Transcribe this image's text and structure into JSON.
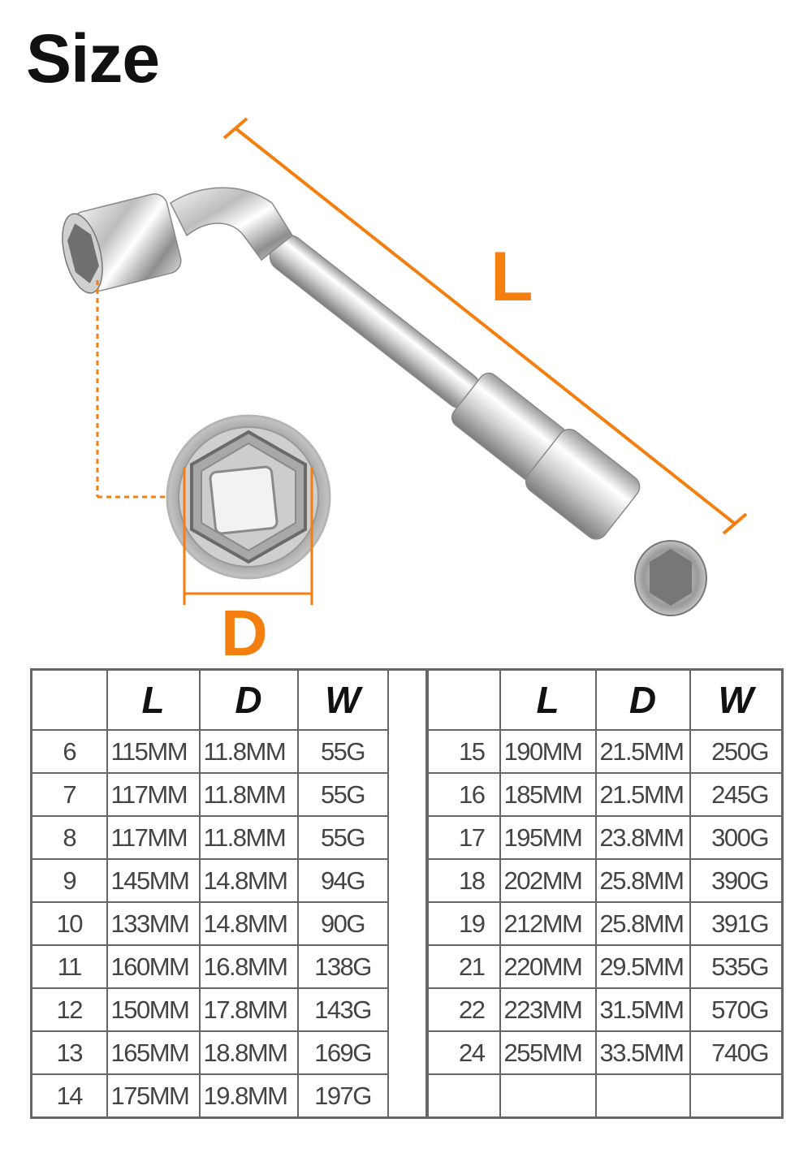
{
  "title": "Size",
  "dimensions": {
    "length_label": "L",
    "diameter_label": "D"
  },
  "icons": [
    "l-type-socket-wrench-icon",
    "socket-end-view-icon"
  ],
  "colors": {
    "accent": "#f47e0e",
    "table_border": "#666666",
    "text": "#444444"
  },
  "table": {
    "headers": [
      "",
      "L",
      "D",
      "W"
    ],
    "left_rows": [
      [
        "6",
        "115MM",
        "11.8MM",
        "55G"
      ],
      [
        "7",
        "117MM",
        "11.8MM",
        "55G"
      ],
      [
        "8",
        "117MM",
        "11.8MM",
        "55G"
      ],
      [
        "9",
        "145MM",
        "14.8MM",
        "94G"
      ],
      [
        "10",
        "133MM",
        "14.8MM",
        "90G"
      ],
      [
        "11",
        "160MM",
        "16.8MM",
        "138G"
      ],
      [
        "12",
        "150MM",
        "17.8MM",
        "143G"
      ],
      [
        "13",
        "165MM",
        "18.8MM",
        "169G"
      ],
      [
        "14",
        "175MM",
        "19.8MM",
        "197G"
      ]
    ],
    "right_rows": [
      [
        "15",
        "190MM",
        "21.5MM",
        "250G"
      ],
      [
        "16",
        "185MM",
        "21.5MM",
        "245G"
      ],
      [
        "17",
        "195MM",
        "23.8MM",
        "300G"
      ],
      [
        "18",
        "202MM",
        "25.8MM",
        "390G"
      ],
      [
        "19",
        "212MM",
        "25.8MM",
        "391G"
      ],
      [
        "21",
        "220MM",
        "29.5MM",
        "535G"
      ],
      [
        "22",
        "223MM",
        "31.5MM",
        "570G"
      ],
      [
        "24",
        "255MM",
        "33.5MM",
        "740G"
      ],
      [
        "",
        "",
        "",
        ""
      ]
    ]
  }
}
